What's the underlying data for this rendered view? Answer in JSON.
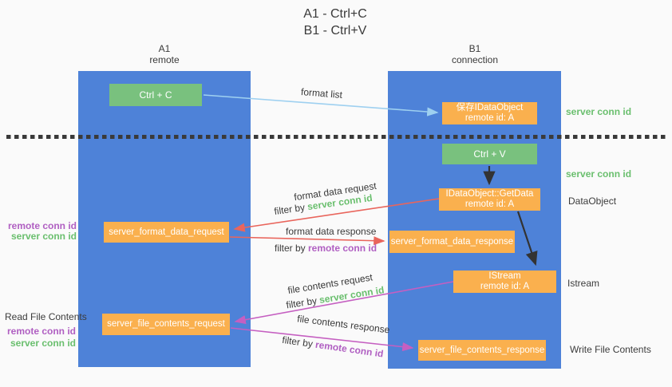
{
  "title": {
    "line1": "A1 - Ctrl+C",
    "line2": "B1 - Ctrl+V"
  },
  "columns": {
    "left": {
      "name": "A1",
      "subtitle": "remote"
    },
    "right": {
      "name": "B1",
      "subtitle": "connection"
    }
  },
  "boxes": {
    "ctrl_c": {
      "label": "Ctrl + C"
    },
    "ctrl_v": {
      "label": "Ctrl + V"
    },
    "save_idataobject": {
      "line1": "保存IDataObject",
      "line2": "remote id: A"
    },
    "idataobject_getdata": {
      "line1": "IDataObject::GetData",
      "line2": "remote id: A"
    },
    "istream": {
      "line1": "IStream",
      "line2": "remote id: A"
    },
    "server_format_data_request": {
      "label": "server_format_data_request"
    },
    "server_format_data_response": {
      "label": "server_format_data_response"
    },
    "server_file_contents_request": {
      "label": "server_file_contents_request"
    },
    "server_file_contents_response": {
      "label": "server_file_contents_response"
    }
  },
  "arrow_labels": {
    "format_list": "format list",
    "format_data_request": "format data request",
    "format_data_request_filter_prefix": "filter by ",
    "format_data_request_filter_key": "server conn id",
    "format_data_response": "format data response",
    "format_data_response_filter_prefix": "filter by ",
    "format_data_response_filter_key": "remote conn id",
    "file_contents_request": "file contents request",
    "file_contents_request_filter_prefix": "filter by ",
    "file_contents_request_filter_key": "server conn id",
    "file_contents_response": "file contents response",
    "file_contents_response_filter_prefix": "filter by ",
    "file_contents_response_filter_key": "remote conn id"
  },
  "side_labels": {
    "server_conn_id_top": "server conn id",
    "server_conn_id_mid": "server conn id",
    "dataobject": "DataObject",
    "istream": "Istream",
    "write_file_contents": "Write File Contents",
    "read_file_contents": "Read File Contents",
    "left_mid_remote": "remote conn id",
    "left_mid_server": "server conn id",
    "left_bottom_remote": "remote conn id",
    "left_bottom_server": "server conn id"
  },
  "colors": {
    "lifeline_blue": "#4e82d8",
    "box_green": "#79c17e",
    "box_orange": "#fab04e",
    "arrow_light_blue": "#9ed0f0",
    "arrow_red": "#e9655c",
    "arrow_magenta": "#c55fc1",
    "arrow_black": "#333333",
    "text_green": "#6abf6e",
    "text_purple": "#b05fc2",
    "text_dark": "#3c3c3c",
    "background": "#fafafa"
  }
}
